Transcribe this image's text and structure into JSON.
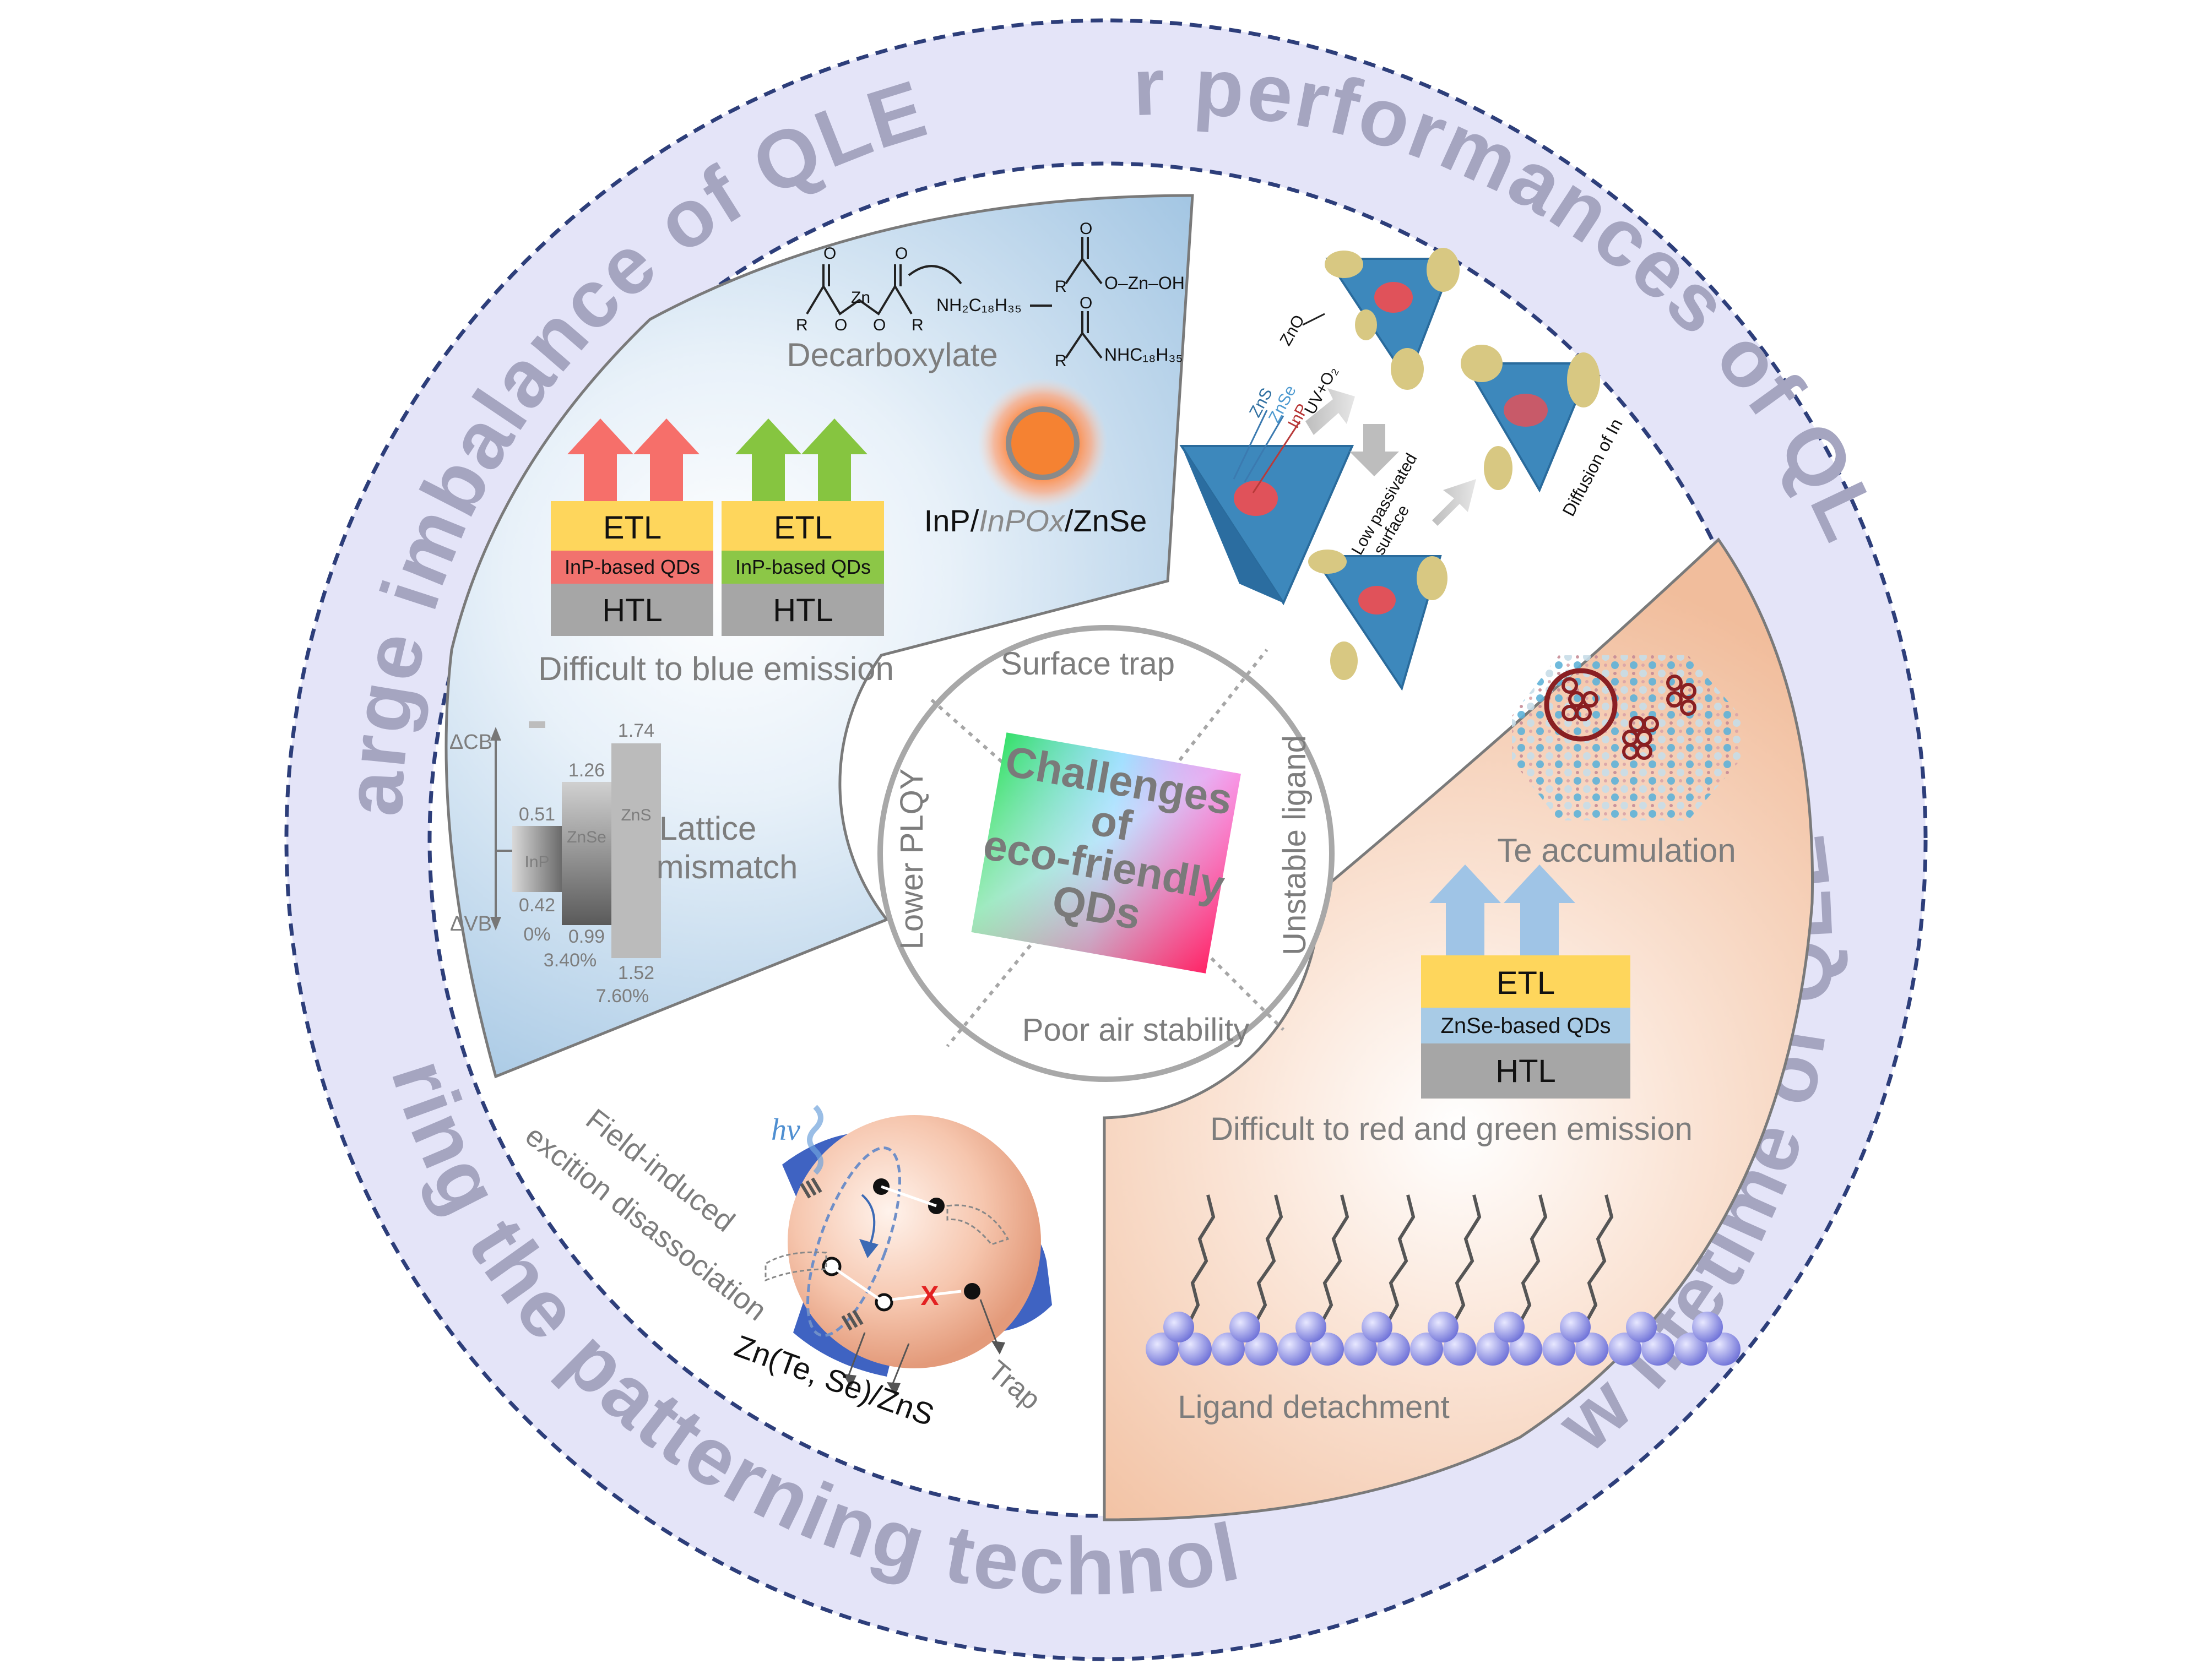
{
  "outer_ring": {
    "top_left": "Charge imbalance of QLEDs",
    "top_right": "Poor performances of QLEDs",
    "right": "Low lifetime of QLEDs",
    "bottom_left": "Exploring the patterning technologies"
  },
  "center": {
    "title_lines": [
      "Challenges",
      "of",
      "eco-friendly",
      "QDs"
    ],
    "segments": {
      "top": "Surface trap",
      "right": "Unstable ligand",
      "bottom": "Poor air stability",
      "left": "Lower PLQY"
    }
  },
  "panel_blue": {
    "decarboxylate": "Decarboxylate",
    "amine": "NH₂C₁₈H₃₅",
    "zn_oh": "O–Zn–OH",
    "amide": "NHC₁₈H₃₅",
    "zn": "Zn",
    "o": "O",
    "r": "R",
    "qd_caption": [
      "InP/",
      "InPOx",
      "/ZnSe"
    ],
    "device_red": {
      "etl": "ETL",
      "qd": "InP-based QDs",
      "htl": "HTL"
    },
    "device_green": {
      "etl": "ETL",
      "qd": "InP-based QDs",
      "htl": "HTL"
    },
    "caption": "Difficult to blue emission",
    "band": {
      "dcb": "ΔCB",
      "dvb": "ΔVB",
      "materials": [
        "InP",
        "ZnSe",
        "ZnS"
      ],
      "cb_values": [
        "0.51",
        "1.26",
        "1.74"
      ],
      "vb_values": [
        "0.42",
        "0.99",
        "1.52"
      ],
      "mismatch": [
        "0%",
        "3.40%",
        "7.60%"
      ]
    },
    "lattice_label": [
      "Lattice",
      "mismatch"
    ]
  },
  "panel_white": {
    "zns": "ZnS",
    "znse": "ZnSe",
    "inp": "InP",
    "uv": "UV+O₂",
    "zno": "ZnO",
    "low_passivated": [
      "Low passivated",
      "surface"
    ],
    "diffusion": "Diffusion of In"
  },
  "panel_orange": {
    "te_label": "Te accumulation",
    "device": {
      "etl": "ETL",
      "qd": "ZnSe-based QDs",
      "htl": "HTL"
    },
    "caption": "Difficult to red and green emission",
    "ligand_label": "Ligand detachment"
  },
  "panel_bottom": {
    "hv": "hv",
    "field": [
      "Field-induced",
      "excition disassociation"
    ],
    "formula": "Zn(Te, Se)/ZnS",
    "trap": "Trap",
    "cross": "X"
  },
  "colors": {
    "ring_fill": "#e4e4f8",
    "ring_dash": "#2d3e7a",
    "ring_text": "#a5a5c0",
    "blue_panel": "#a7c8e4",
    "orange_panel": "#f4c3a5",
    "etl": "#fed65c",
    "htl": "#a6a6a6",
    "qd_red": "#f1726e",
    "qd_green": "#8cc747",
    "qd_blue": "#a8cbe6",
    "arrow_red": "#f66f6a",
    "arrow_green": "#86c540",
    "arrow_blue": "#9fc4e6"
  }
}
